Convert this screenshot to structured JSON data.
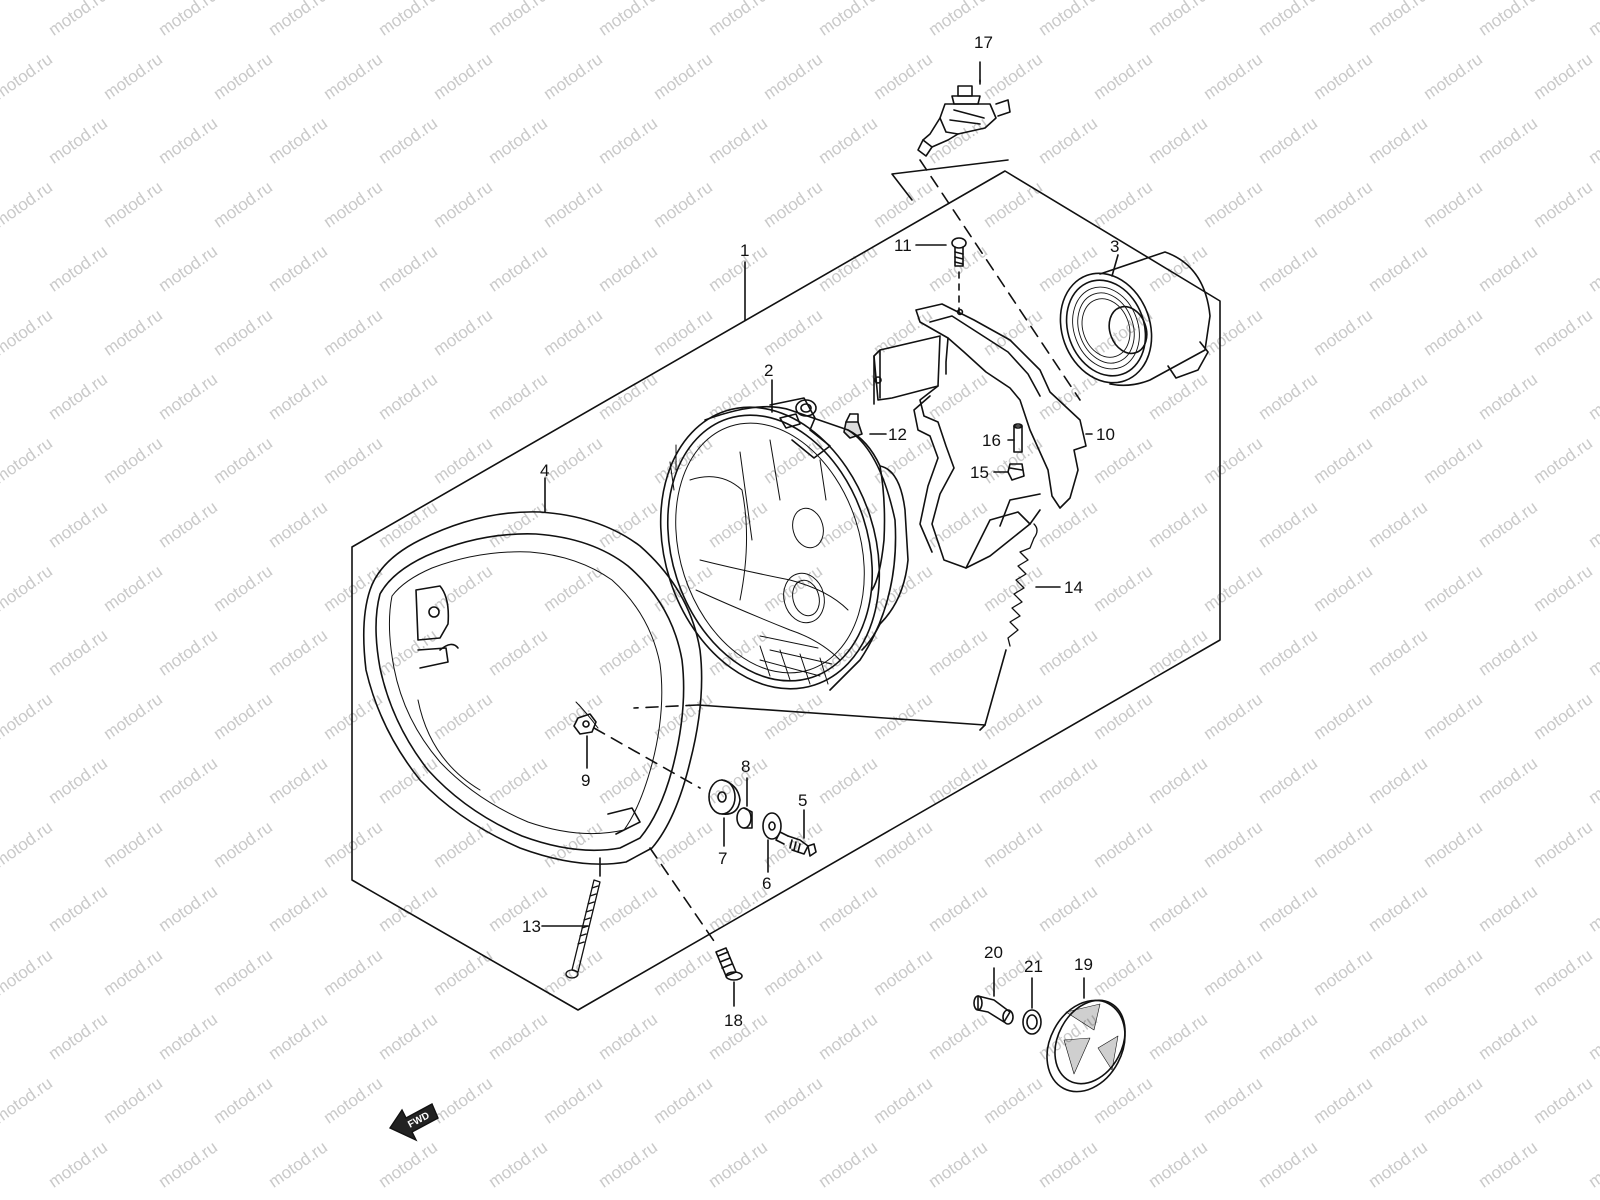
{
  "diagram": {
    "watermark": "motod.ru",
    "fwd_label": "FWD",
    "callouts": {
      "c1": "1",
      "c2": "2",
      "c3": "3",
      "c4": "4",
      "c5": "5",
      "c6": "6",
      "c7": "7",
      "c8": "8",
      "c9": "9",
      "c10": "10",
      "c11": "11",
      "c12": "12",
      "c13": "13",
      "c14": "14",
      "c15": "15",
      "c16": "16",
      "c17": "17",
      "c18": "18",
      "c19": "19",
      "c20": "20",
      "c21": "21"
    },
    "colors": {
      "line": "#111111",
      "watermark": "#c9c9c9",
      "background": "#ffffff"
    }
  }
}
